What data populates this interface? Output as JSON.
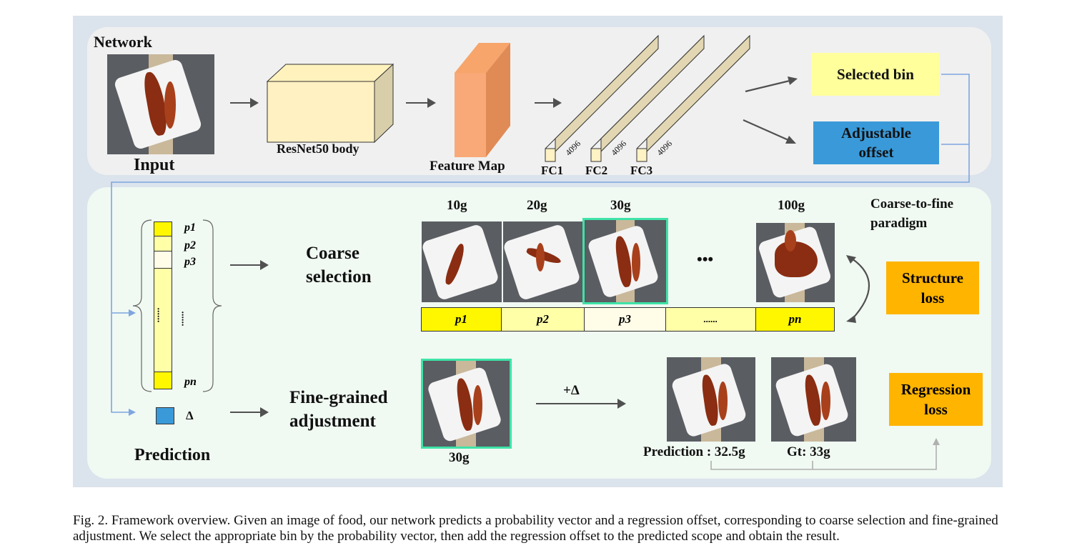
{
  "network": {
    "title": "Network",
    "input_label": "Input",
    "resnet_label": "ResNet50 body",
    "feature_map_label": "Feature Map",
    "fc_labels": [
      "FC1",
      "FC2",
      "FC3"
    ],
    "fc_dim": "4096",
    "selected_bin": "Selected bin",
    "adjustable_offset": "Adjustable offset"
  },
  "prediction": {
    "title": "Prediction",
    "p_labels": [
      "p1",
      "p2",
      "p3",
      "pn"
    ],
    "dots": "......",
    "delta": "Δ"
  },
  "coarse": {
    "title": "Coarse selection",
    "weights": [
      "10g",
      "20g",
      "30g",
      "100g"
    ],
    "ellipsis": "•••",
    "bins": [
      "p1",
      "p2",
      "p3",
      "......",
      "pn"
    ],
    "paradigm": "Coarse-to-fine paradigm",
    "structure_loss": "Structure loss"
  },
  "fine": {
    "title": "Fine-grained adjustment",
    "selected_weight": "30g",
    "plus_delta": "+Δ",
    "prediction_text": "Prediction : 32.5g",
    "gt_text": "Gt: 33g",
    "regression_loss": "Regression loss"
  },
  "caption": "Fig. 2.    Framework overview. Given an image of food, our network predicts a probability vector and a regression offset, corresponding to coarse selection and fine-grained adjustment. We select the appropriate bin by the probability vector, then add the regression offset to the predicted scope and obtain the result.",
  "colors": {
    "yellow": "#fff700",
    "light_yellow": "#ffffa8",
    "pale": "#fffde8",
    "blue": "#3a9ad9",
    "orange": "#ffb400",
    "green_frame": "#3ee3a8",
    "connector_blue": "#7ea6e0"
  }
}
